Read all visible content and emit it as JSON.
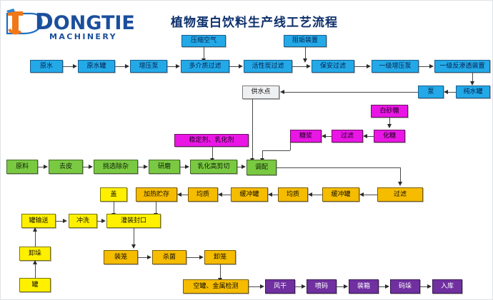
{
  "brand": {
    "name_main": "ONGTIE",
    "name_lead": "D",
    "tagline": "MACHINERY",
    "logo_icon": "dongtie-d-logo",
    "brand_color": "#1b4f9c"
  },
  "header": {
    "title": "植物蛋白饮料生产线工艺流程"
  },
  "palette": {
    "blue": "#23a9e8",
    "gray": "#eef0f2",
    "magenta": "#ea16e6",
    "green": "#7ac943",
    "orange": "#f5bc00",
    "yellow": "#fff000",
    "purple": "#7030a0"
  },
  "flowchart": {
    "type": "process-flow-diagram",
    "sections": [
      {
        "id": "water-treatment",
        "color": "blue",
        "nodes": [
          "压缩空气",
          "阻垢装置",
          "原水",
          "原水罐",
          "增压泵",
          "多介质过滤",
          "活性炭过滤",
          "保安过滤",
          "一级增压泵",
          "一级反渗透装置",
          "纯水罐",
          "泵",
          "供水点"
        ]
      },
      {
        "id": "sugar-syrup",
        "color": "magenta",
        "nodes": [
          "白砂糖",
          "化糖",
          "过滤",
          "糖浆",
          "稳定剂、乳化剂"
        ]
      },
      {
        "id": "raw-material",
        "color": "green",
        "nodes": [
          "原料",
          "去皮",
          "挑选除杂",
          "研磨",
          "乳化高剪切",
          "调配"
        ]
      },
      {
        "id": "homogenize",
        "color": "orange",
        "nodes": [
          "过滤",
          "缓冲罐",
          "均质",
          "缓冲罐",
          "均质",
          "加热贮存",
          "装笼",
          "杀菌",
          "卸笼",
          "空罐、金属检测"
        ]
      },
      {
        "id": "filling",
        "color": "yellow",
        "nodes": [
          "盖",
          "罐输送",
          "冲洗",
          "灌装封口",
          "卸垛",
          "罐"
        ]
      },
      {
        "id": "packaging",
        "color": "purple",
        "nodes": [
          "风干",
          "喷码",
          "装箱",
          "码垛",
          "入库"
        ]
      }
    ],
    "boxes": {
      "compressed_air": "压缩空气",
      "antiscalant": "阻垢装置",
      "raw_water": "原水",
      "raw_water_tank": "原水罐",
      "booster_pump": "增压泵",
      "multimedia_filter": "多介质过滤",
      "carbon_filter": "活性炭过滤",
      "security_filter": "保安过滤",
      "ro_booster_pump": "一级增压泵",
      "ro_unit": "一级反渗透装置",
      "pure_water_tank": "纯水罐",
      "pump": "泵",
      "water_supply_point": "供水点",
      "white_sugar": "白砂糖",
      "sugar_dissolve": "化糖",
      "sugar_filter": "过滤",
      "syrup": "糖浆",
      "stabilizer_emulsifier": "稳定剂、乳化剂",
      "material": "原料",
      "peeling": "去皮",
      "sorting": "挑选除杂",
      "grinding": "研磨",
      "emulsify_shear": "乳化高剪切",
      "blending": "调配",
      "filter_orange": "过滤",
      "buffer_tank_1": "缓冲罐",
      "homogenizer_1": "均质",
      "buffer_tank_2": "缓冲罐",
      "homogenizer_2": "均质",
      "heat_storage": "加热贮存",
      "cap": "盖",
      "can_conveying": "罐输送",
      "rinsing": "冲洗",
      "filling_sealing": "灌装封口",
      "depalletizing": "卸垛",
      "can": "罐",
      "basket_loading": "装笼",
      "sterilization": "杀菌",
      "basket_unloading": "卸笼",
      "empty_can_metal_detect": "空罐、金属检测",
      "air_drying": "风干",
      "coding": "喷码",
      "cartoning": "装箱",
      "palletizing": "码垛",
      "warehousing": "入库"
    }
  }
}
